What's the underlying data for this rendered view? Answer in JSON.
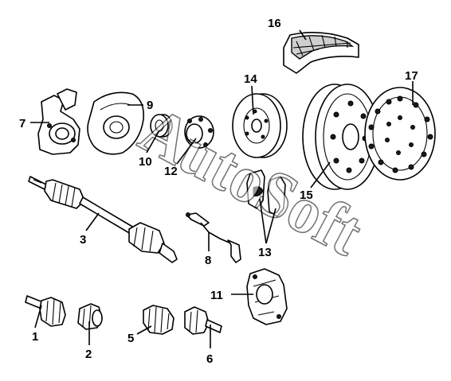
{
  "watermark": "AutoSoft",
  "callouts": {
    "p1": "1",
    "p2": "2",
    "p3": "3",
    "p5": "5",
    "p6": "6",
    "p7": "7",
    "p8": "8",
    "p9": "9",
    "p10": "10",
    "p11": "11",
    "p12": "12",
    "p13": "13",
    "p14": "14",
    "p15": "15",
    "p16": "16",
    "p17": "17"
  }
}
